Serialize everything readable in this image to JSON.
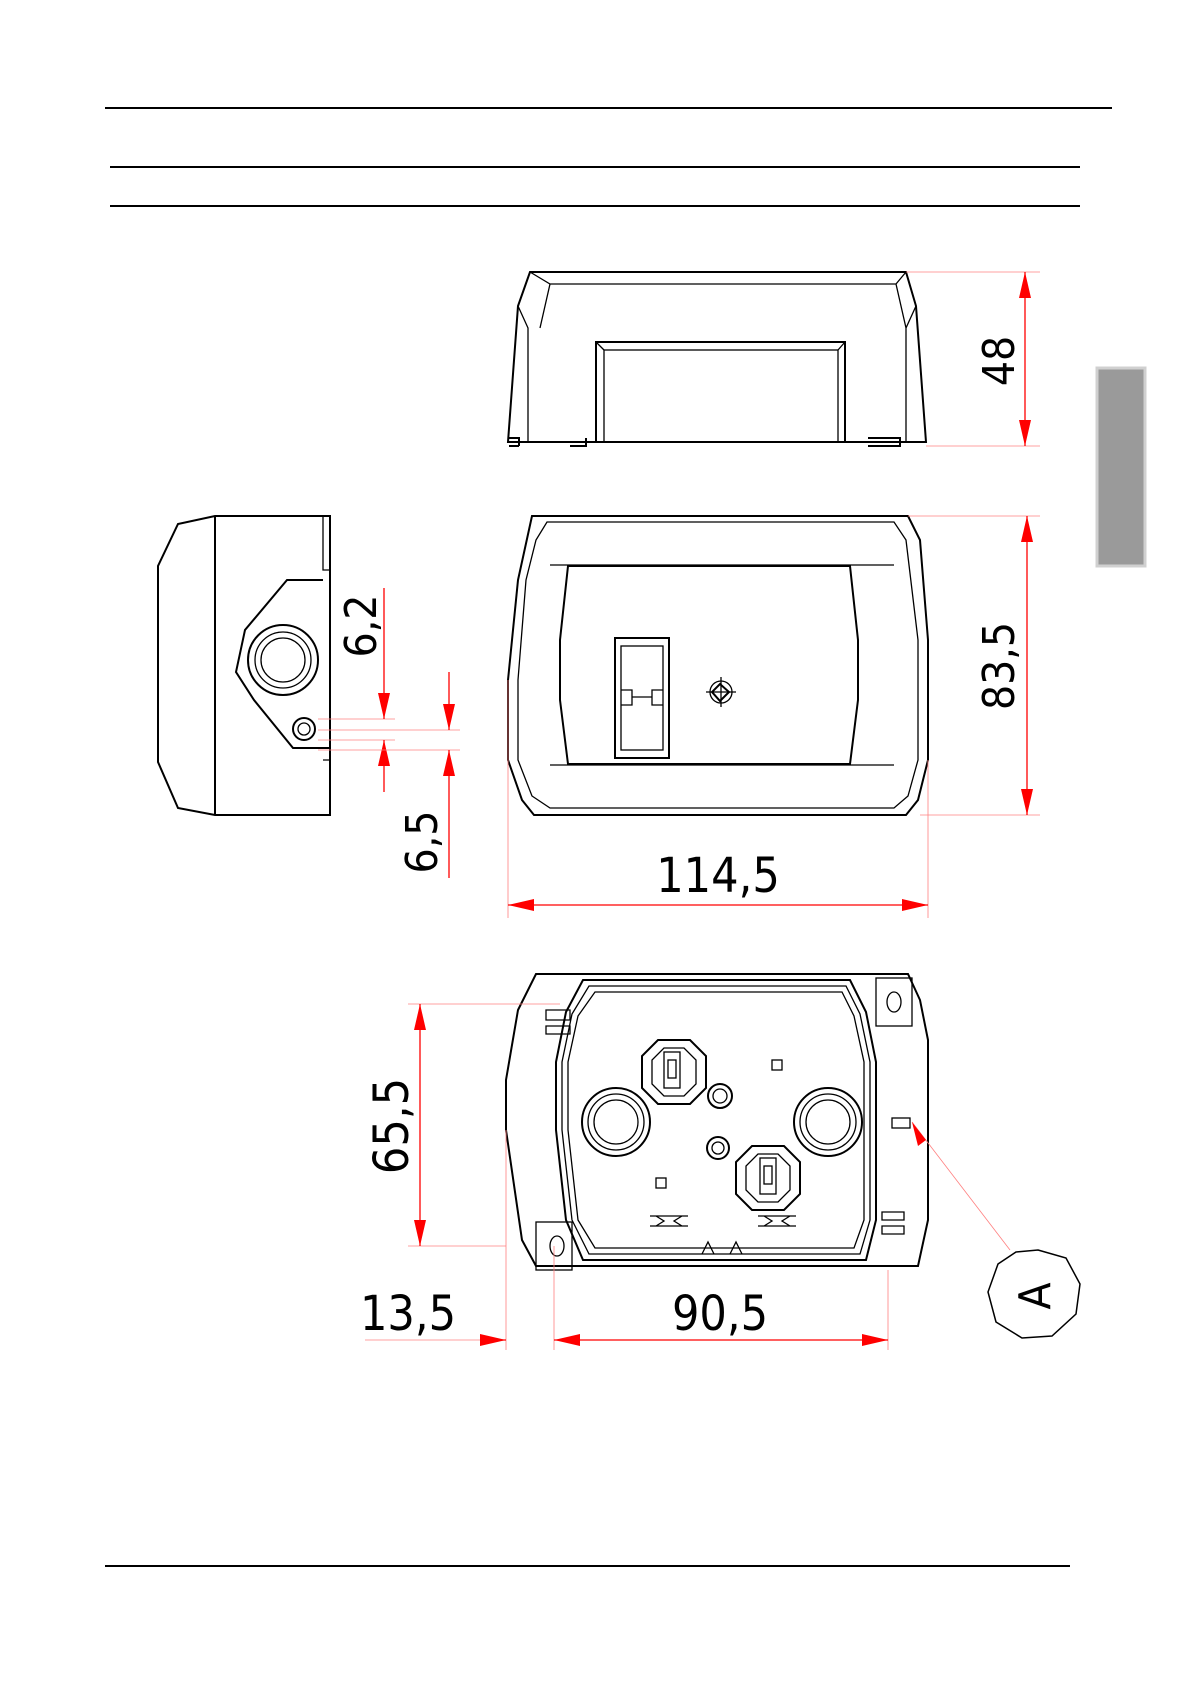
{
  "dimensions": {
    "height": "48",
    "depth": "83,5",
    "width": "114,5",
    "offset_upper": "6,2",
    "offset_lower": "6,5",
    "hole_spacing_vertical": "65,5",
    "hole_offset_horizontal": "13,5",
    "hole_spacing_horizontal": "90,5"
  },
  "callout": {
    "label": "A"
  },
  "colors": {
    "dimension": "#ff0000",
    "outline": "#000000",
    "side_tab": "#9a9a9a"
  }
}
